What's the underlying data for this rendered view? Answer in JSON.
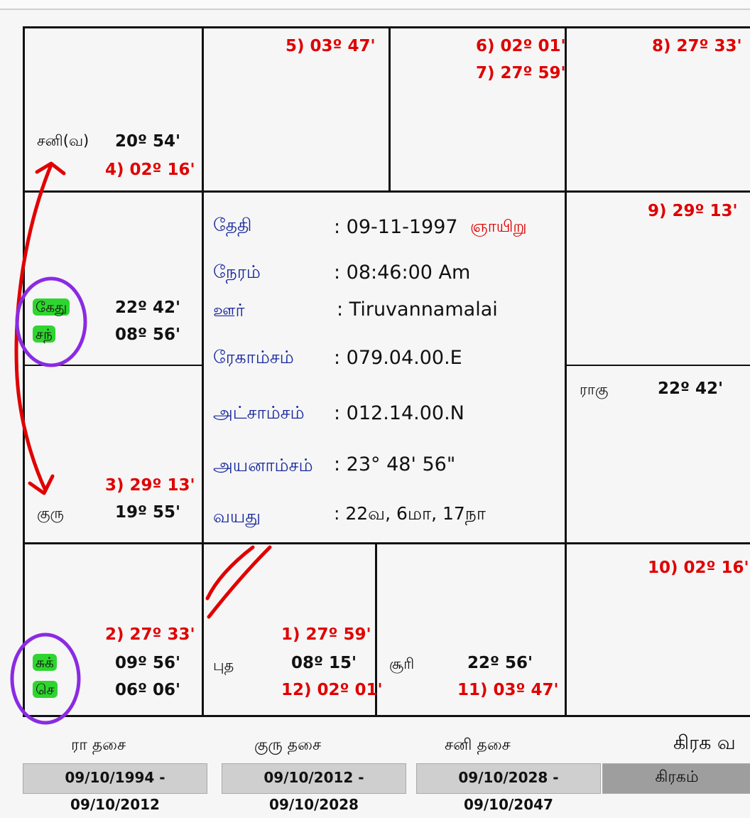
{
  "houses": {
    "h1": {
      "planet": "சனி(வ)",
      "degree": "20º 54'",
      "cusp": "4) 02º 16'"
    },
    "h2": {
      "cusp": "5) 03º 47'"
    },
    "h3": {
      "cusp_a": "6) 02º 01'",
      "cusp_b": "7) 27º 59'"
    },
    "h4": {
      "cusp": "8) 27º 33'"
    },
    "h12": {
      "planet_a": "கேது",
      "degree_a": "22º 42'",
      "planet_b": "சந்",
      "degree_b": "08º 56'"
    },
    "h5": {
      "cusp": "9) 29º 13'"
    },
    "h11": {
      "cusp": "3) 29º 13'",
      "planet": "குரு",
      "degree": "19º 55'"
    },
    "h6": {
      "planet": "ராகு",
      "degree": "22º 42'"
    },
    "h10": {
      "cusp": "2) 27º 33'",
      "planet_a": "சுக்",
      "degree_a": "09º 56'",
      "planet_b": "செ",
      "degree_b": "06º 06'"
    },
    "h9": {
      "cusp": "1) 27º 59'",
      "planet": "புத",
      "degree": "08º 15'",
      "cusp2": "12) 02º 01'"
    },
    "h8": {
      "planet": "சூரி",
      "degree": "22º 56'",
      "cusp": "11) 03º 47'"
    },
    "h7": {
      "cusp": "10) 02º 16'"
    }
  },
  "center": {
    "date_label": "தேதி",
    "date_value": ": 09-11-1997",
    "day": "ஞாயிறு",
    "time_label": "நேரம்",
    "time_value": ": 08:46:00 Am",
    "place_label": "ஊர்",
    "place_value": ": Tiruvannamalai",
    "long_label": "ரேகாம்சம்",
    "long_value": ": 079.04.00.E",
    "lat_label": "அட்சாம்சம்",
    "lat_value": ": 012.14.00.N",
    "ayan_label": "அயனாம்சம்",
    "ayan_value": ": 23° 48' 56\"",
    "age_label": "வயது",
    "age_value": ":  22வ,  6மா,  17நா"
  },
  "dasa": [
    {
      "title": "ரா  தசை",
      "range": "09/10/1994 - 09/10/2012"
    },
    {
      "title": "குரு  தசை",
      "range": "09/10/2012 - 09/10/2028"
    },
    {
      "title": "சனி  தசை",
      "range": "09/10/2028 - 09/10/2047"
    }
  ],
  "graha_title": "கிரக வ",
  "graha_header": "கிரகம்",
  "colors": {
    "red": "#e00000",
    "label_blue": "#1a2aa0",
    "highlight_green": "#2fd52f",
    "annotation_purple": "#8a2be2"
  }
}
